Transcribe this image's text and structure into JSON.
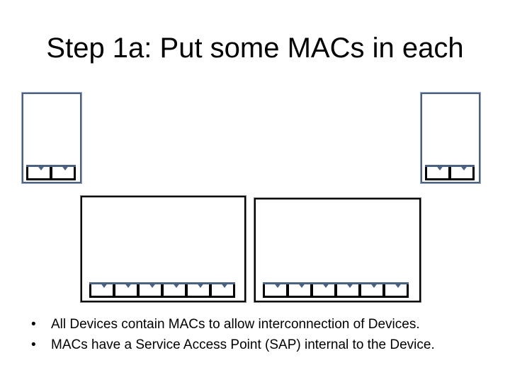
{
  "slide": {
    "title": "Step 1a:  Put some MACs in each"
  },
  "diagram": {
    "devices": [
      {
        "name": "device-top-left",
        "mac_count": 2
      },
      {
        "name": "device-top-right",
        "mac_count": 2
      },
      {
        "name": "device-bottom-left",
        "mac_count": 6
      },
      {
        "name": "device-bottom-right",
        "mac_count": 6
      }
    ],
    "colors": {
      "device_border": "#4a6181",
      "mac_border": "#000000",
      "sap": "#4a6181"
    }
  },
  "bullets": [
    "All Devices contain MACs to allow interconnection of Devices.",
    "MACs have a Service Access Point (SAP) internal to the Device."
  ]
}
